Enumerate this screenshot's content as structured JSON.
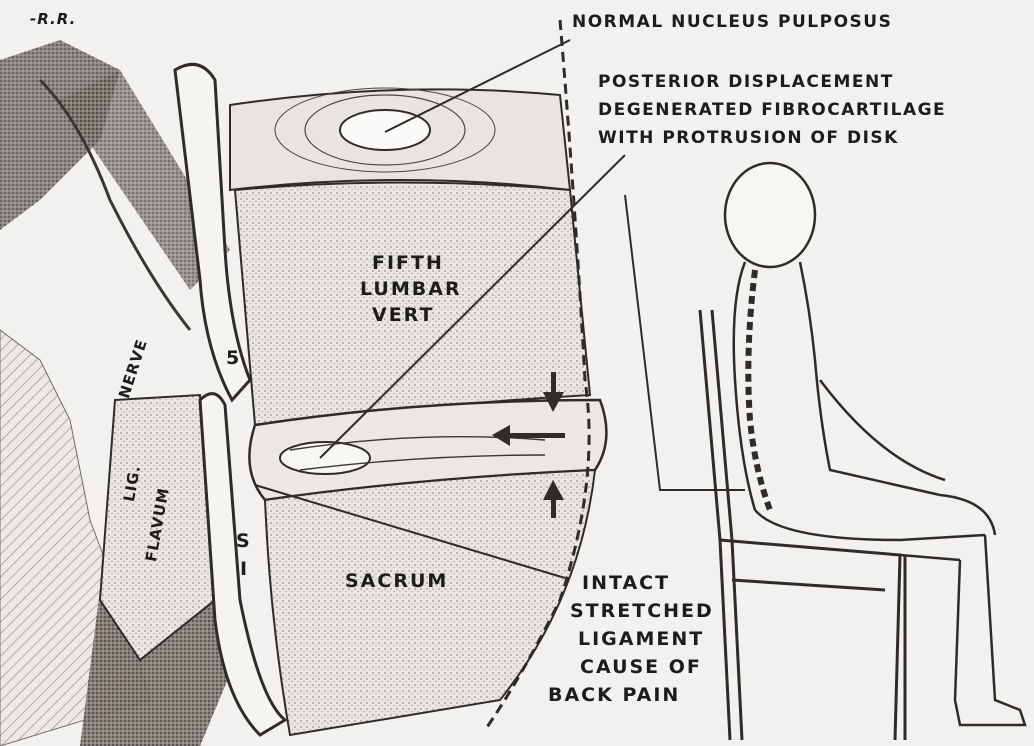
{
  "initials": "-R.R.",
  "labels": {
    "normal_nucleus": "NORMAL NUCLEUS PULPOSUS",
    "posterior_1": "POSTERIOR DISPLACEMENT",
    "posterior_2": "DEGENERATED FIBROCARTILAGE",
    "posterior_3": "WITH PROTRUSION OF DISK",
    "fifth_1": "FIFTH",
    "fifth_2": "LUMBAR",
    "fifth_3": "VERT",
    "sacrum": "SACRUM",
    "intact_1": "INTACT",
    "intact_2": "STRETCHED",
    "intact_3": "LIGAMENT",
    "intact_4": "CAUSE OF",
    "intact_5": "BACK PAIN",
    "lig_1": "LIG.",
    "lig_2": "FLAVUM",
    "nerve": "NERVE",
    "s5": "5",
    "s1": "S",
    "s1b": "I"
  }
}
